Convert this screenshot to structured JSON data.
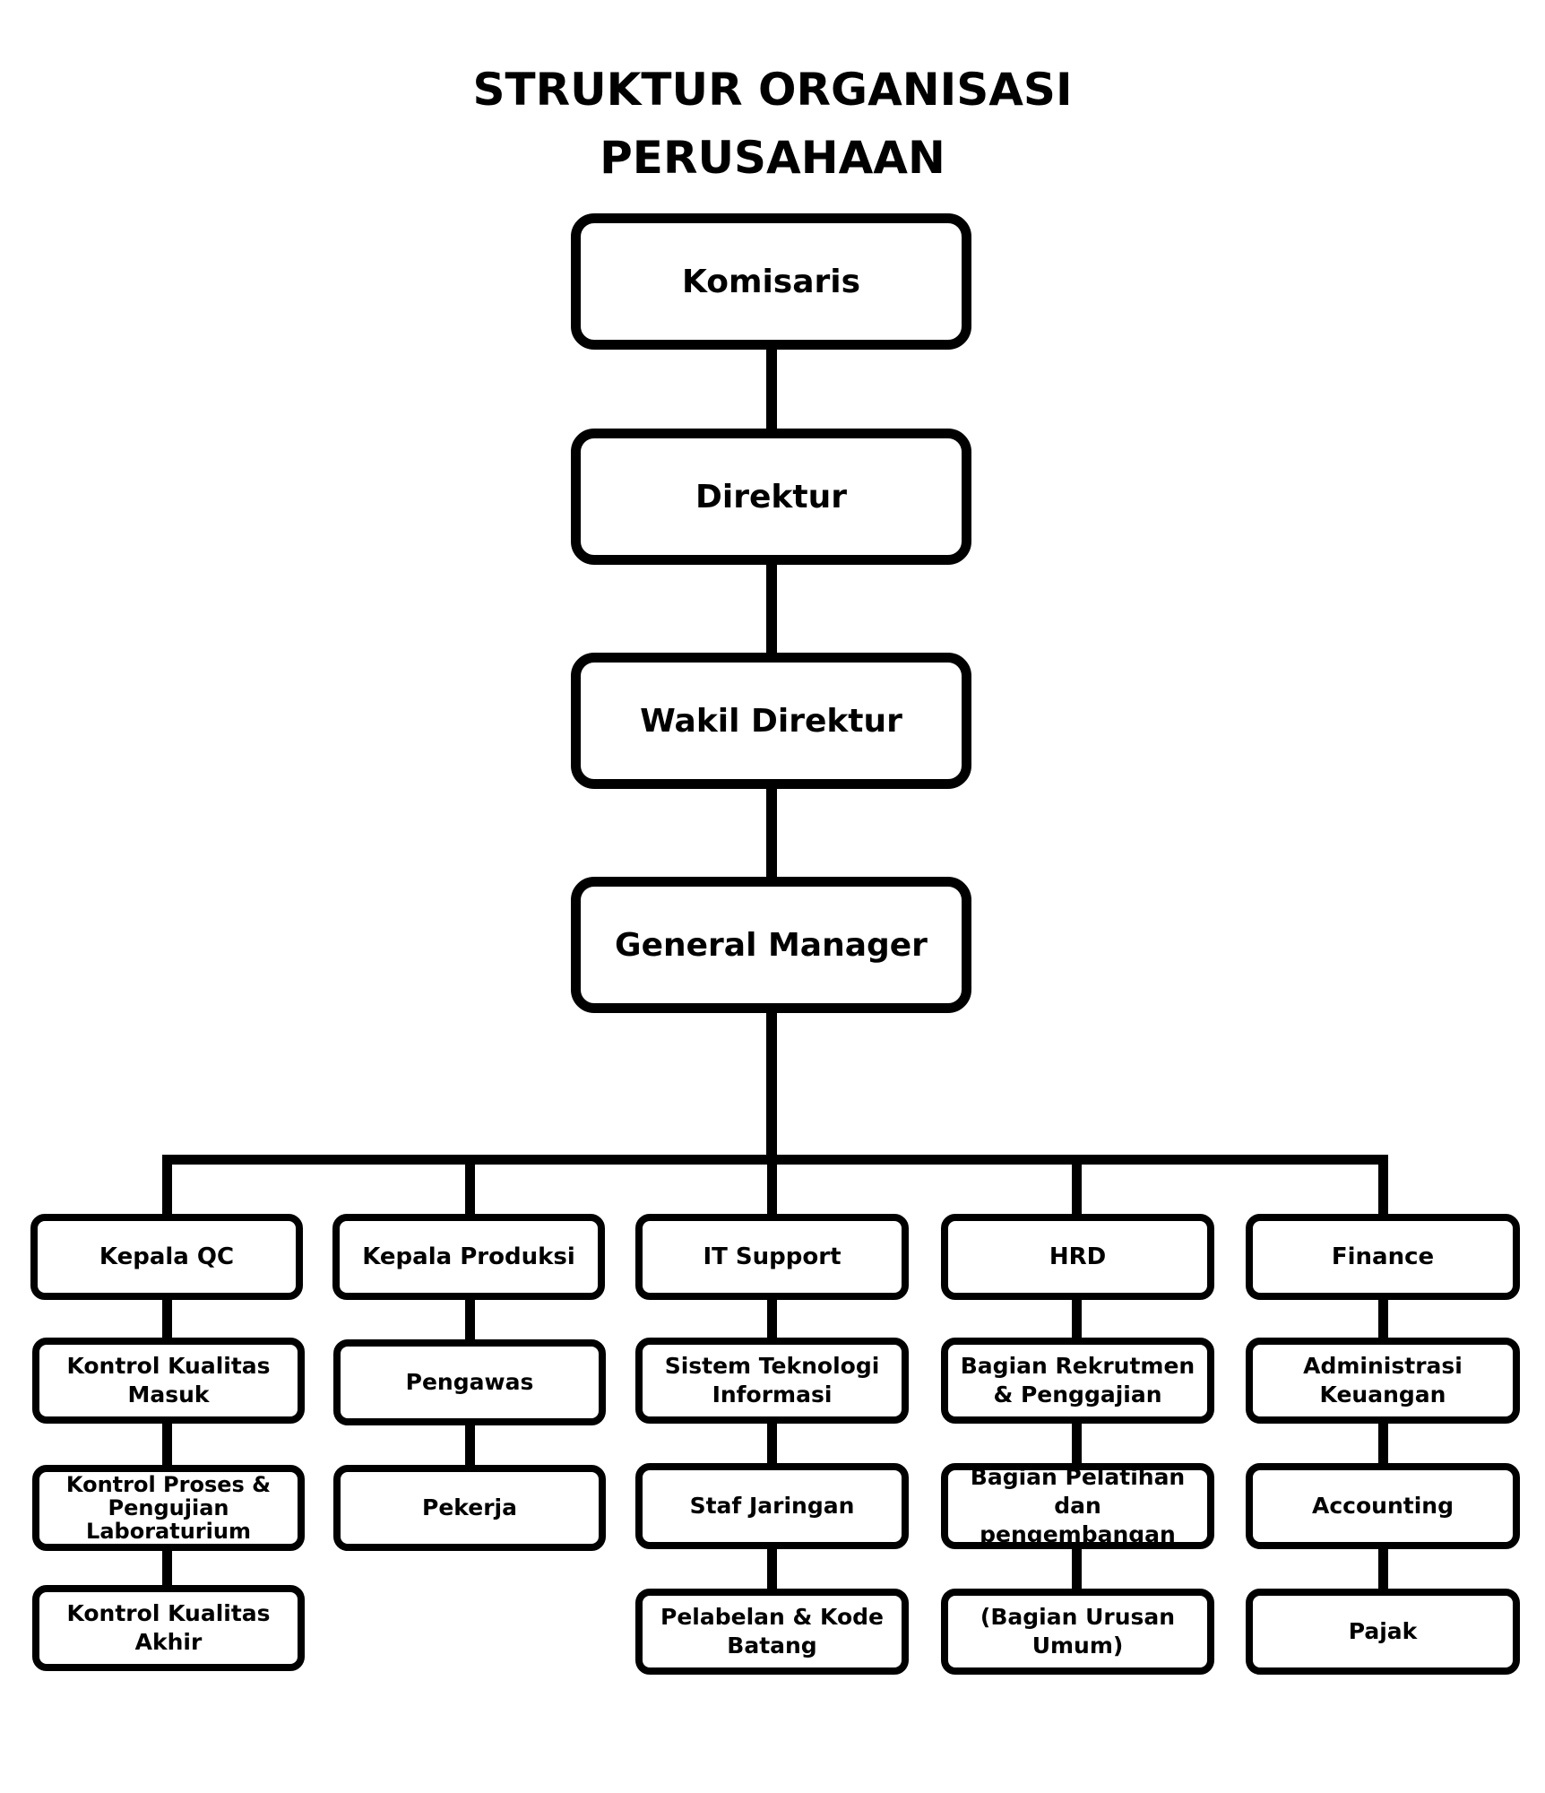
{
  "title": {
    "line1": "STRUKTUR ORGANISASI",
    "line2": "PERUSAHAAN"
  },
  "top_chain": [
    "Komisaris",
    "Direktur",
    "Wakil Direktur",
    "General Manager"
  ],
  "columns": [
    {
      "head": "Kepala QC",
      "items": [
        "Kontrol Kualitas Masuk",
        "Kontrol Proses & Pengujian Laboraturium",
        "Kontrol Kualitas Akhir"
      ]
    },
    {
      "head": "Kepala Produksi",
      "items": [
        "Pengawas",
        "Pekerja"
      ]
    },
    {
      "head": "IT Support",
      "items": [
        "Sistem Teknologi Informasi",
        "Staf Jaringan",
        "Pelabelan & Kode Batang"
      ]
    },
    {
      "head": "HRD",
      "items": [
        "Bagian Rekrutmen & Penggajian",
        "Bagian Pelatihan dan pengembangan",
        "(Bagian Urusan Umum)"
      ]
    },
    {
      "head": "Finance",
      "items": [
        "Administrasi Keuangan",
        "Accounting",
        "Pajak"
      ]
    }
  ]
}
